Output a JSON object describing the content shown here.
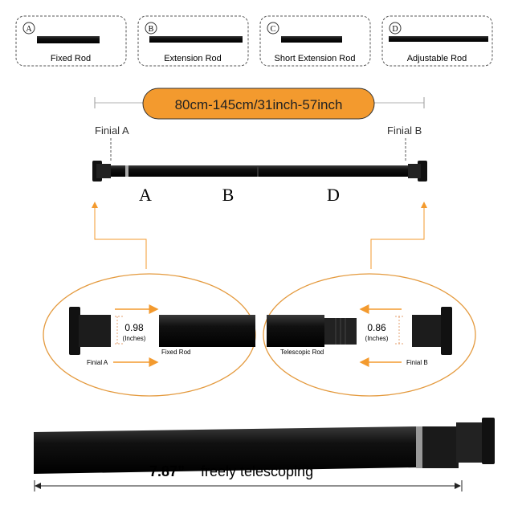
{
  "parts": [
    {
      "letter": "A",
      "label": "Fixed Rod"
    },
    {
      "letter": "B",
      "label": "Extension Rod"
    },
    {
      "letter": "C",
      "label": "Short Extension Rod"
    },
    {
      "letter": "D",
      "label": "Adjustable Rod"
    }
  ],
  "length_range": "80cm-145cm/31inch-57inch",
  "finial_a": "Finial A",
  "finial_b": "Finial B",
  "rod_letters": [
    "A",
    "B",
    "D"
  ],
  "detail_left": {
    "size": "0.98",
    "unit": "(Inches)",
    "rod": "Fixed Rod",
    "finial": "Finial A"
  },
  "detail_right": {
    "size": "0.86",
    "unit": "(Inches)",
    "rod": "Telescopic Rod",
    "finial": "Finial B"
  },
  "telescoping": {
    "value": "7.87”",
    "text": "freely telescoping"
  },
  "colors": {
    "accent": "#f39a2e",
    "rod": "#1a1a1a"
  }
}
